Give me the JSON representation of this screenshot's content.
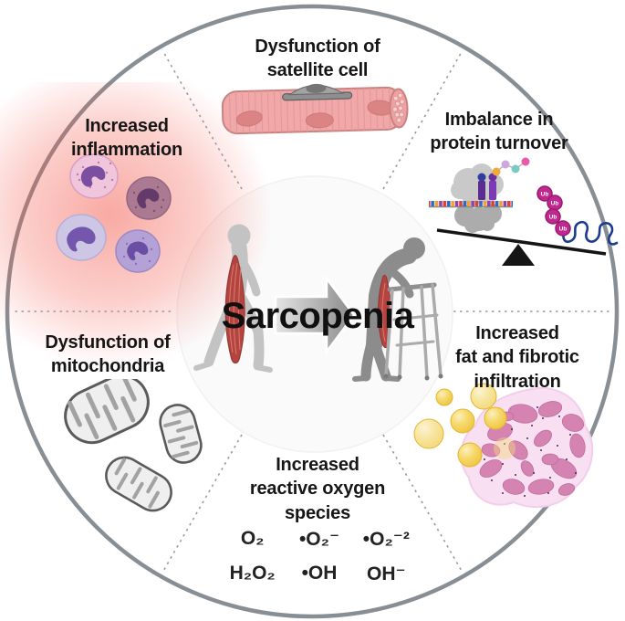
{
  "figure": {
    "center": {
      "title": "Sarcopenia"
    },
    "sections": {
      "satellite": {
        "label": "Dysfunction of\nsatellite cell"
      },
      "protein": {
        "label": "Imbalance in\nprotein turnover",
        "ub_label": "Ub"
      },
      "fat": {
        "label": "Increased\nfat and fibrotic\ninfiltration"
      },
      "ros": {
        "label": "Increased\nreactive oxygen\nspecies",
        "formulas": [
          "O₂",
          "•O₂⁻",
          "•O₂⁻²",
          "H₂O₂",
          "•OH",
          "OH⁻"
        ]
      },
      "mitochondria": {
        "label": "Dysfunction of\nmitochondria"
      },
      "inflammation": {
        "label": "Increased\ninflammation"
      }
    },
    "colors": {
      "outer_ring": "#878E94",
      "divider": "#999999",
      "title_text": "#161616",
      "muscle_fiber_pink": "#F2A8A8",
      "fiber_nucleus": "#DB8484",
      "satellite_gray": "#9A9A9A",
      "inflammation_glow": "#F35548",
      "immune_purple": "#7C4EA0",
      "mitochondria_fill": "#EFEFEF",
      "mitochondria_line": "#5A5A5A",
      "fat_yellow": "#EEC23E",
      "fibrosis_pink": "#D584B2",
      "ubiquitin_magenta": "#C2268F",
      "protein_navy": "#1C3B8F",
      "muscle_red": "#B5443F",
      "young_person_gray": "#C3C3C3",
      "elderly_person_gray": "#8C8C8C"
    }
  }
}
